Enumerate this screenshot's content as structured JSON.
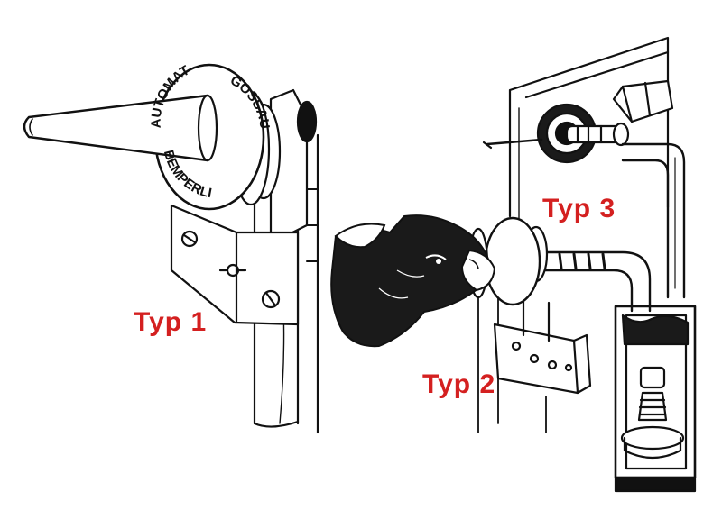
{
  "labels": {
    "type1": "Typ 1",
    "type2": "Typ 2",
    "type3": "Typ 3"
  },
  "stamp": {
    "top": "AUTOMAT",
    "right": "GOSSAU",
    "bottom": "BEMPERLI"
  },
  "colors": {
    "label": "#d42020",
    "ink": "#111111",
    "paper": "#ffffff",
    "shade": "#1a1a1a"
  }
}
